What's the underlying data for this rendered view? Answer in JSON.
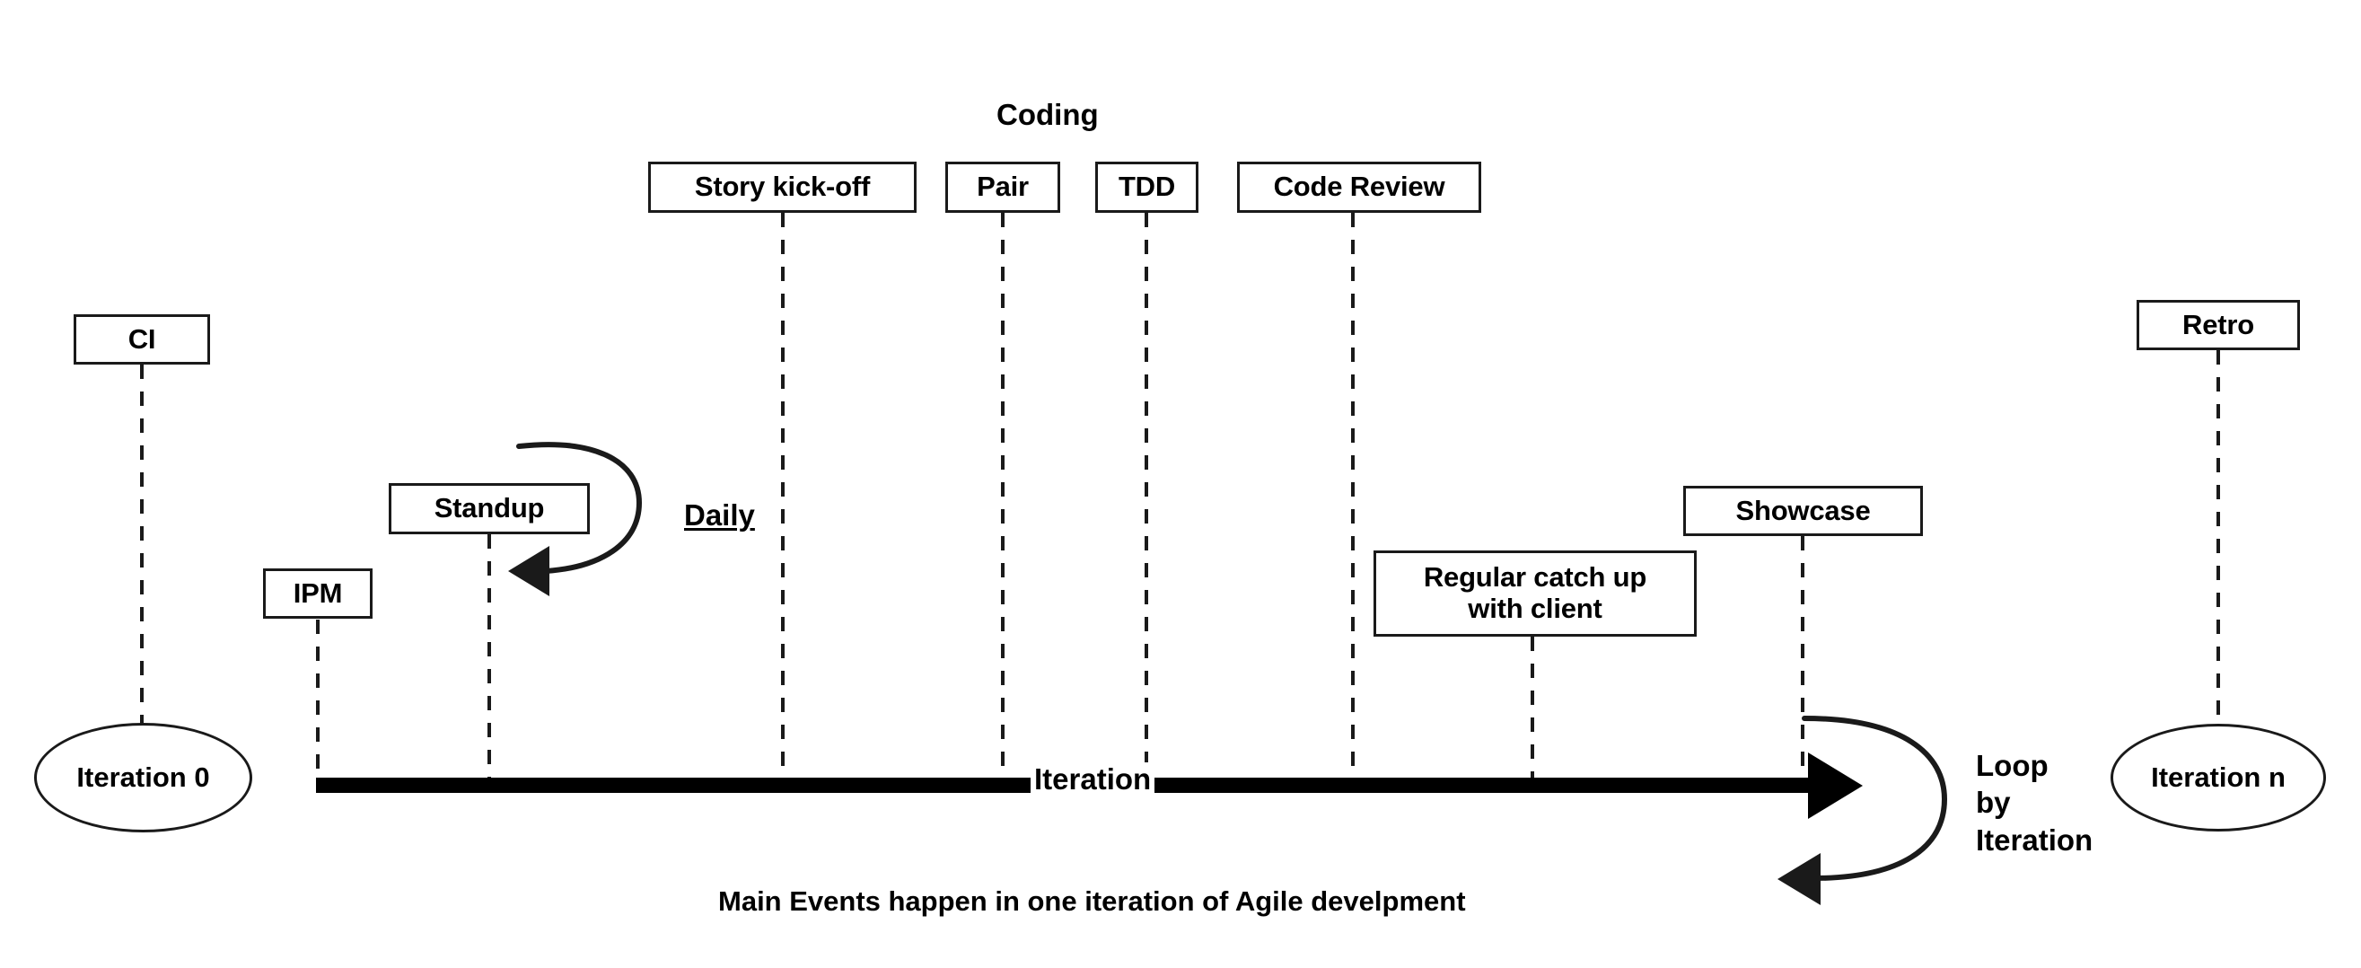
{
  "diagram": {
    "title": "Main Events happen in one iteration of Agile develpment",
    "timeline_label": "Iteration",
    "colors": {
      "stroke": "#1a1a1a",
      "fill": "#ffffff",
      "text": "#000000"
    },
    "group_labels": [
      {
        "id": "coding",
        "text": "Coding"
      },
      {
        "id": "daily",
        "text": "Daily"
      },
      {
        "id": "loop",
        "text": "Loop\nby\nIteration"
      }
    ],
    "event_boxes": [
      {
        "id": "ci",
        "label": "CI"
      },
      {
        "id": "ipm",
        "label": "IPM"
      },
      {
        "id": "standup",
        "label": "Standup"
      },
      {
        "id": "story-kick-off",
        "label": "Story kick-off"
      },
      {
        "id": "pair",
        "label": "Pair"
      },
      {
        "id": "tdd",
        "label": "TDD"
      },
      {
        "id": "code-review",
        "label": "Code Review"
      },
      {
        "id": "regular-catch-up",
        "label": "Regular catch up\nwith client"
      },
      {
        "id": "showcase",
        "label": "Showcase"
      },
      {
        "id": "retro",
        "label": "Retro"
      }
    ],
    "milestones": [
      {
        "id": "iteration-0",
        "label": "Iteration 0"
      },
      {
        "id": "iteration-n",
        "label": "Iteration n"
      }
    ]
  }
}
